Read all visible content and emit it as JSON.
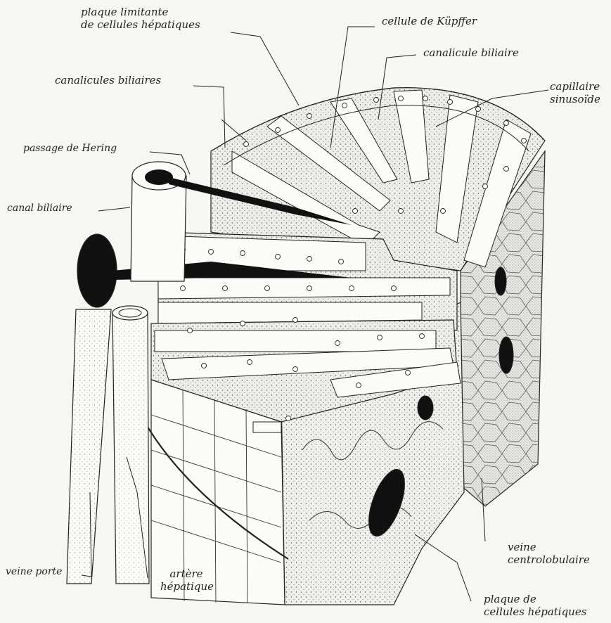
{
  "labels": {
    "plaque_limitante": [
      "plaque limitante",
      "de cellules hépatiques"
    ],
    "kupffer": "cellule de Küpffer",
    "canalicule": "canalicule biliaire",
    "capillaire": [
      "capillaire",
      "sinusoïde"
    ],
    "canalicules": "canalicules biliaires",
    "hering": "passage de Hering",
    "canal": "canal biliaire",
    "veine_porte": "veine porte",
    "artere": [
      "artère",
      "hépatique"
    ],
    "veine_centro": [
      "veine",
      "centrolobulaire"
    ],
    "plaque_cellules": [
      "plaque de",
      "cellules hépatiques"
    ]
  },
  "colors": {
    "ink": "#1e1e1e",
    "paper": "#f6f6f3",
    "cell": "#fbfbf8",
    "stipple": "#8a8a86"
  }
}
